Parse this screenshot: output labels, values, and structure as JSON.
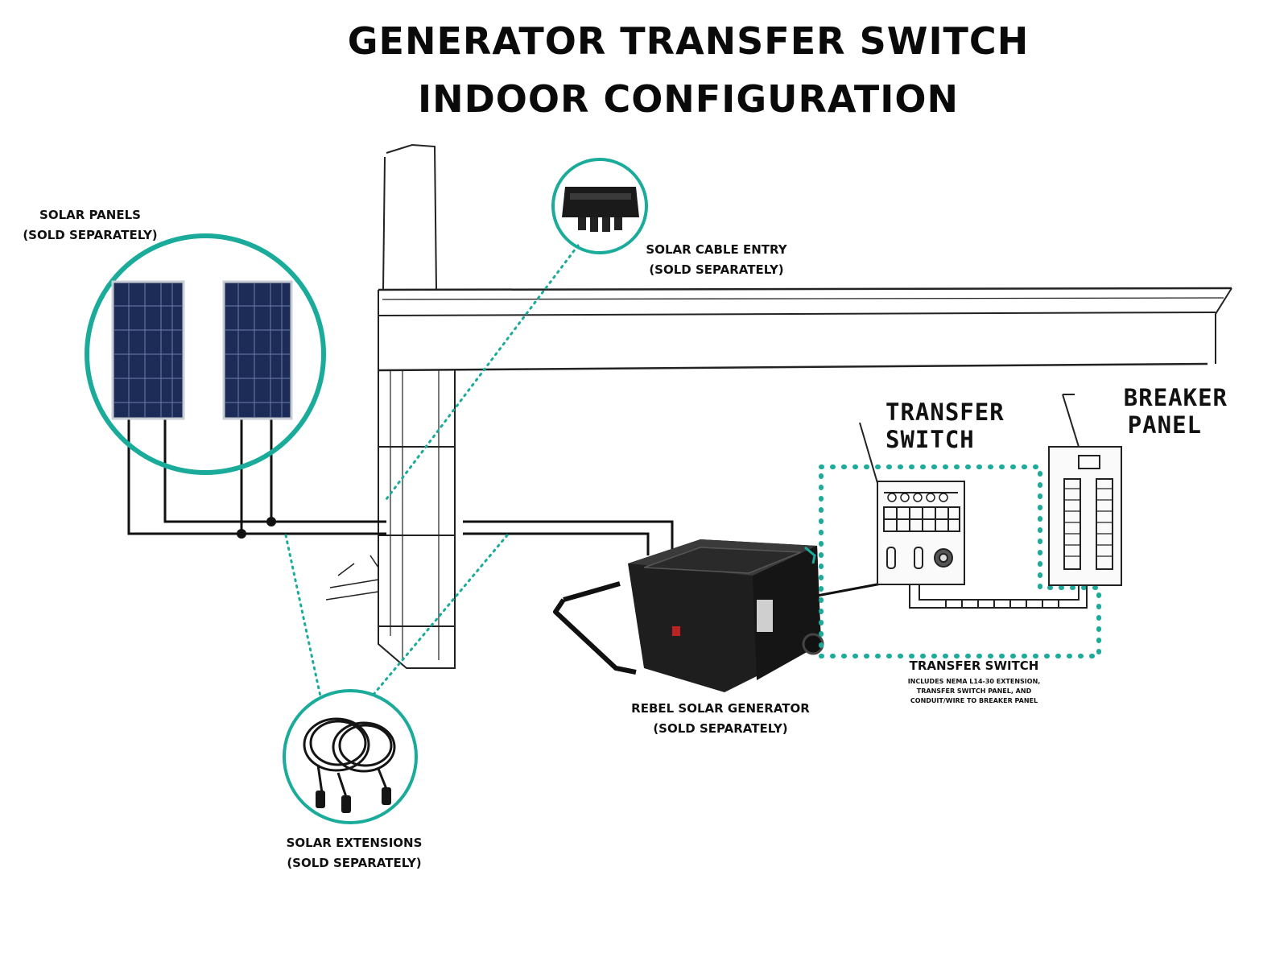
{
  "title": {
    "line1": "GENERATOR TRANSFER SWITCH",
    "line2": "INDOOR CONFIGURATION"
  },
  "labels": {
    "solar_panels": {
      "line1": "SOLAR PANELS",
      "line2": "(SOLD SEPARATELY)"
    },
    "solar_cable_entry": {
      "line1": "SOLAR CABLE ENTRY",
      "line2": "(SOLD SEPARATELY)"
    },
    "solar_extensions": {
      "line1": "SOLAR EXTENSIONS",
      "line2": "(SOLD SEPARATELY)"
    },
    "generator": {
      "line1": "REBEL SOLAR GENERATOR",
      "line2": "(SOLD SEPARATELY)"
    },
    "transfer_switch_caption": {
      "heading": "TRANSFER SWITCH",
      "line1": "INCLUDES NEMA L14-30 EXTENSION,",
      "line2": "TRANSFER SWITCH PANEL, AND",
      "line3": "CONDUIT/WIRE TO BREAKER PANEL"
    },
    "transfer_switch_hand": {
      "line1": "TRANSFER",
      "line2": "SWITCH"
    },
    "breaker_panel_hand": {
      "line1": "BREAKER",
      "line2": "PANEL"
    }
  },
  "colors": {
    "accent_teal": "#1aab9b",
    "line_black": "#111111",
    "panel_blue": "#1d2c56"
  }
}
